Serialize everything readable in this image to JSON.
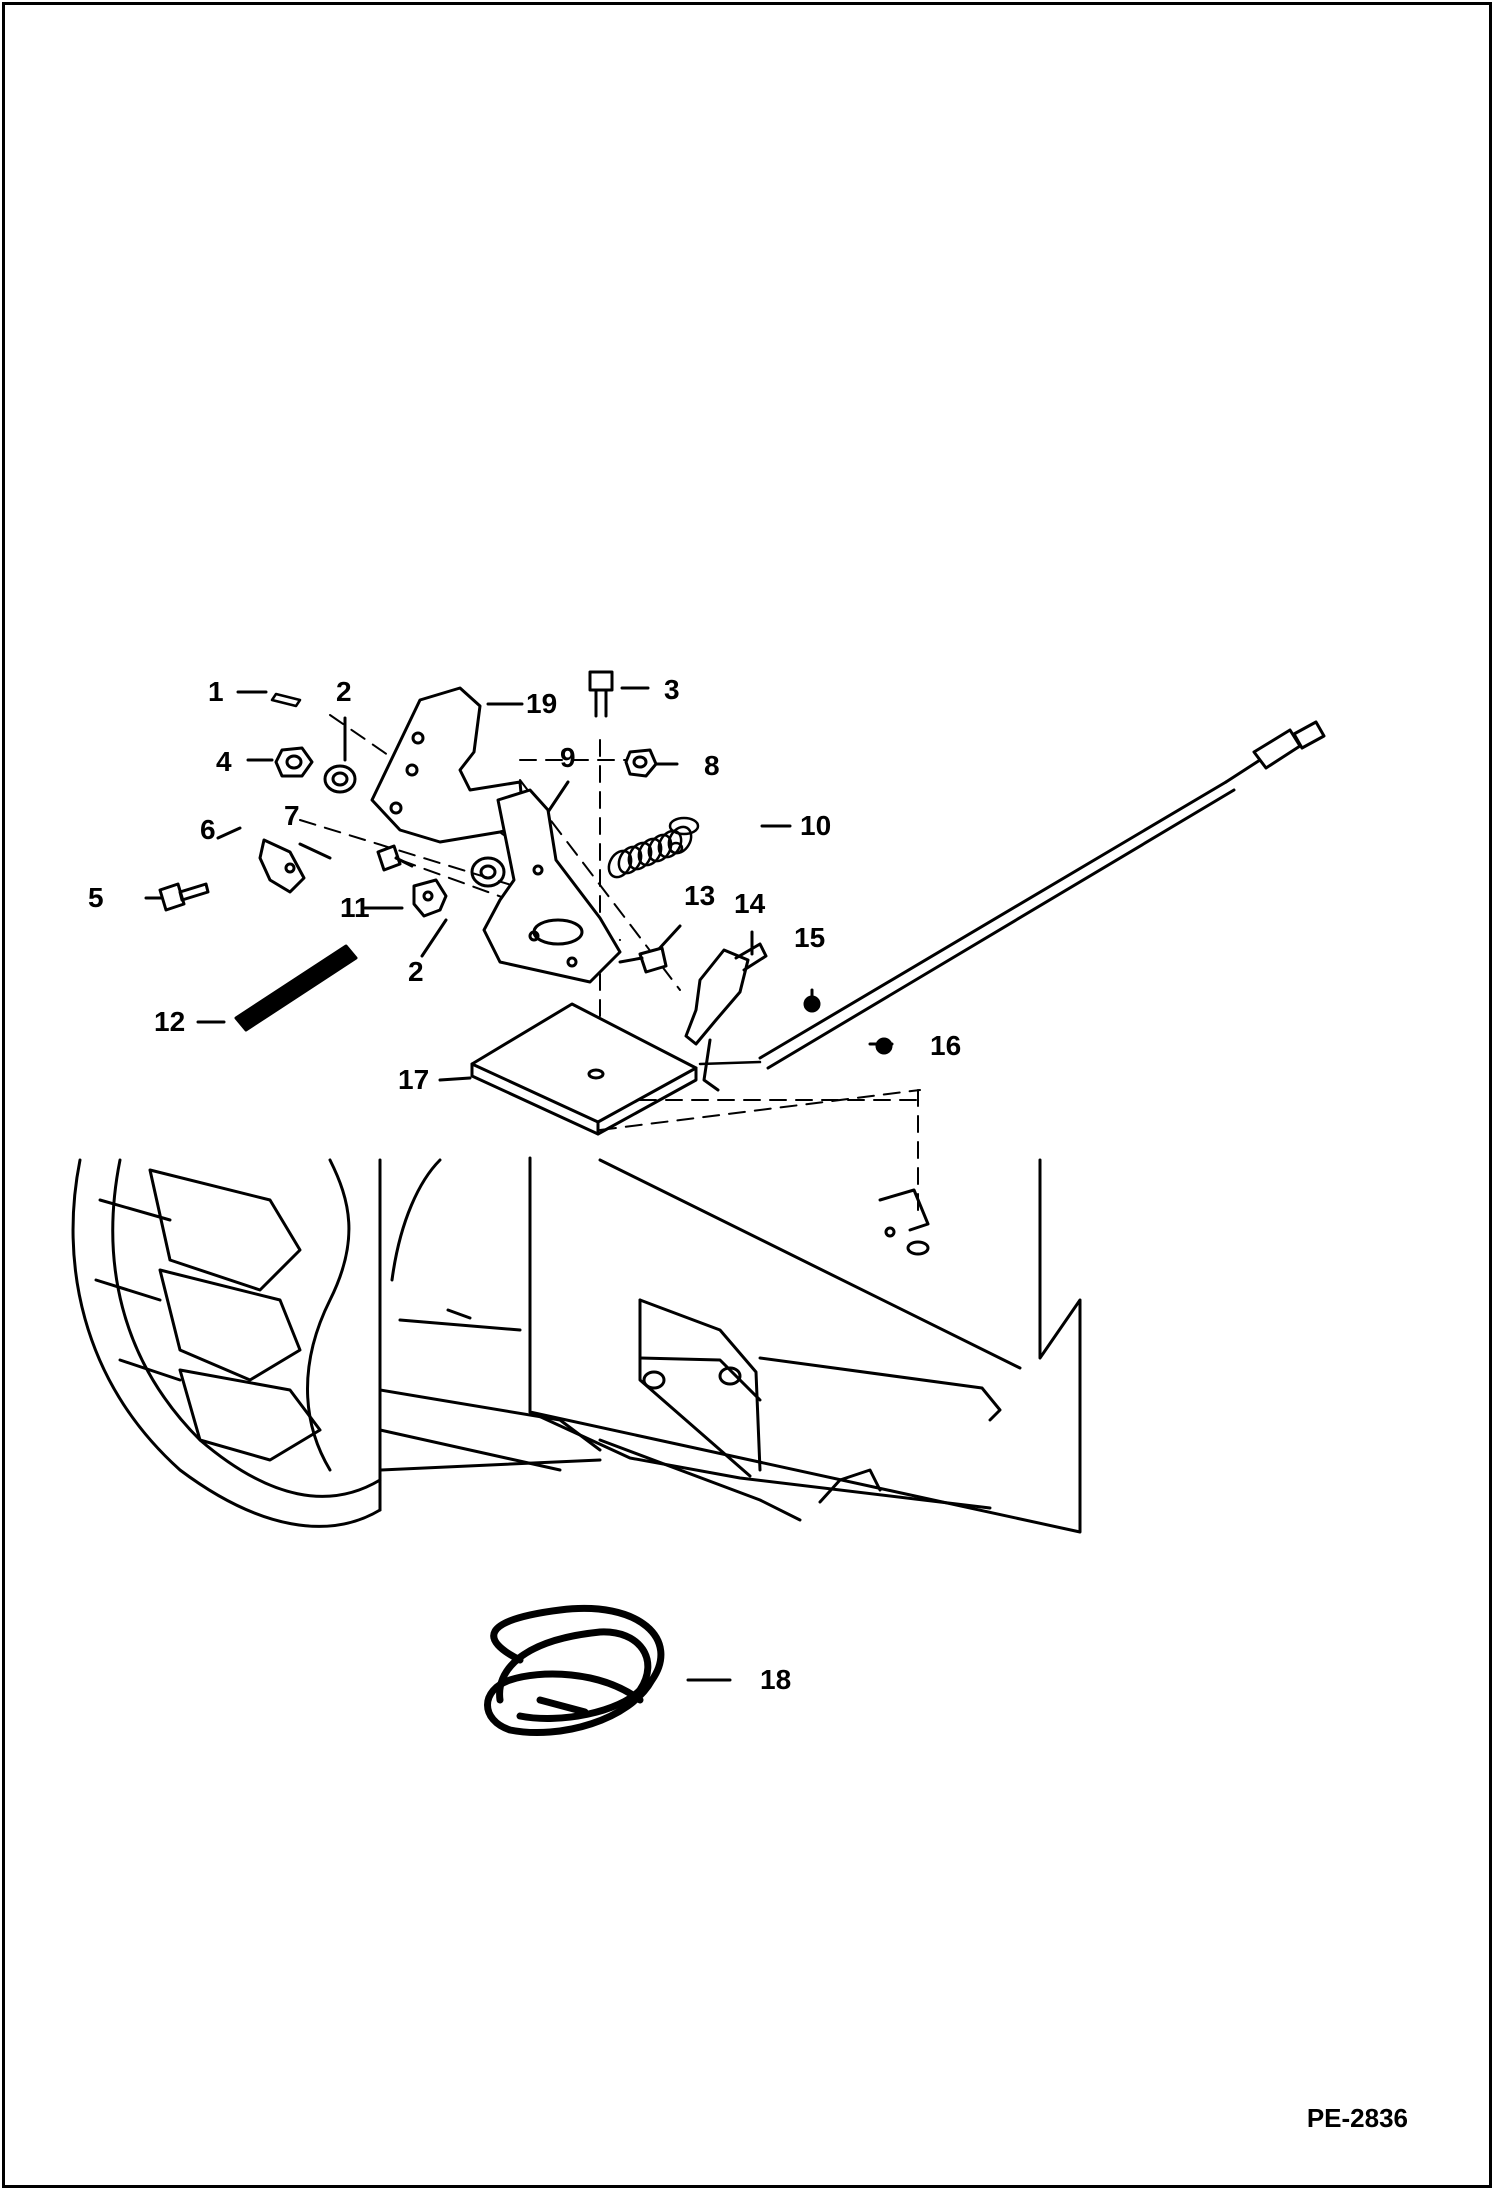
{
  "figure_id": "PE-2836",
  "callouts": [
    {
      "id": "c1",
      "label": "1"
    },
    {
      "id": "c2a",
      "label": "2"
    },
    {
      "id": "c2b",
      "label": "2"
    },
    {
      "id": "c3",
      "label": "3"
    },
    {
      "id": "c4",
      "label": "4"
    },
    {
      "id": "c5",
      "label": "5"
    },
    {
      "id": "c6",
      "label": "6"
    },
    {
      "id": "c7",
      "label": "7"
    },
    {
      "id": "c8",
      "label": "8"
    },
    {
      "id": "c9",
      "label": "9"
    },
    {
      "id": "c10",
      "label": "10"
    },
    {
      "id": "c11",
      "label": "11"
    },
    {
      "id": "c12",
      "label": "12"
    },
    {
      "id": "c13",
      "label": "13"
    },
    {
      "id": "c14",
      "label": "14"
    },
    {
      "id": "c15",
      "label": "15"
    },
    {
      "id": "c16",
      "label": "16"
    },
    {
      "id": "c17",
      "label": "17"
    },
    {
      "id": "c18",
      "label": "18"
    },
    {
      "id": "c19",
      "label": "19"
    }
  ]
}
